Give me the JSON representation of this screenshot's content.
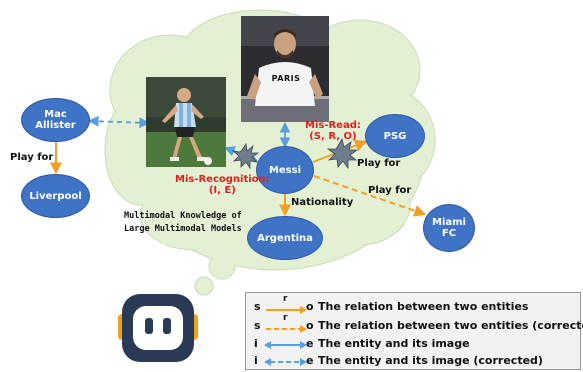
{
  "nodes": {
    "mac_allister": "Mac\nAllister",
    "liverpool": "Liverpool",
    "messi": "Messi",
    "psg": "PSG",
    "argentina": "Argentina",
    "miami": "Miami\nFC"
  },
  "edges": {
    "play_for_1": "Play for",
    "play_for_2": "Play for",
    "play_for_3": "Play for",
    "nationality": "Nationality"
  },
  "errors": {
    "mis_read": "Mis-Read:\n(S, R, O)",
    "mis_recognition": "Mis-Recognition:\n(I, E)"
  },
  "cloud_caption": "Multimodal Knowledge of\nLarge Multimodal Models",
  "jersey_text": "PARIS",
  "legend": {
    "row1": "The relation between two entities",
    "row2": "The relation between two entities (corrected)",
    "row3": "The entity and its image",
    "row4": "The entity and its image (corrected)",
    "s": "s",
    "r": "r",
    "o": "o",
    "i": "i",
    "e": "e"
  },
  "colors": {
    "node": "#3f73c6",
    "cloud": "#e3f0d4",
    "relation": "#f0a020",
    "image_link": "#5a9de0",
    "error": "#e41e1e"
  },
  "icons": [
    "robot-icon",
    "burst-icon",
    "player-photo",
    "messi-photo"
  ]
}
